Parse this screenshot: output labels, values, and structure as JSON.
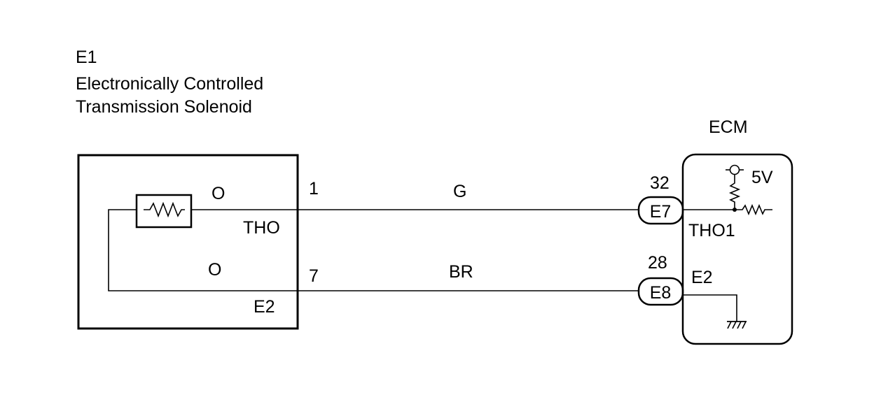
{
  "component": {
    "code": "E1",
    "name_line1": "Electronically Controlled",
    "name_line2": "Transmission Solenoid",
    "pin_top_marker": "O",
    "pin_top_signal": "THO",
    "pin_bottom_marker": "O",
    "pin_bottom_signal": "E2"
  },
  "wires": [
    {
      "from_pin": "1",
      "color": "G",
      "to_pin": "32",
      "connector": "E7",
      "ecm_signal": "THO1"
    },
    {
      "from_pin": "7",
      "color": "BR",
      "to_pin": "28",
      "connector": "E8",
      "ecm_signal": "E2"
    }
  ],
  "ecm": {
    "title": "ECM",
    "supply": "5V"
  },
  "icons": [
    "resistor-icon",
    "pullup-resistor-icon",
    "ground-icon",
    "supply-terminal-icon"
  ]
}
